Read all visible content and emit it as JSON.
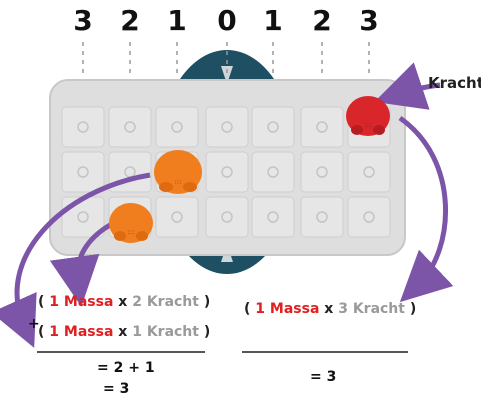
{
  "scale_numbers": [
    "3",
    "2",
    "1",
    "0",
    "1",
    "2",
    "3"
  ],
  "force_label": "Kracht",
  "left_calc": {
    "plus": "+",
    "row1": {
      "open": "(",
      "mass_num": "1",
      "mass_word": "Massa",
      "times": "x",
      "force_num": "2",
      "force_word": "Kracht",
      "close": ")"
    },
    "row2": {
      "open": "(",
      "mass_num": "1",
      "mass_word": "Massa",
      "times": "x",
      "force_num": "1",
      "force_word": "Kracht",
      "close": ")"
    },
    "result1": "= 2 + 1",
    "result2": "= 3"
  },
  "right_calc": {
    "row1": {
      "open": "(",
      "mass_num": "1",
      "mass_word": "Massa",
      "times": "x",
      "force_num": "3",
      "force_word": "Kracht",
      "close": ")"
    },
    "result1": "= 3"
  },
  "colors": {
    "orange": "#f07d1e",
    "red": "#d8262b",
    "purple": "#7d55a8",
    "board": "#dcdcdc",
    "teal": "#1f4f63"
  }
}
